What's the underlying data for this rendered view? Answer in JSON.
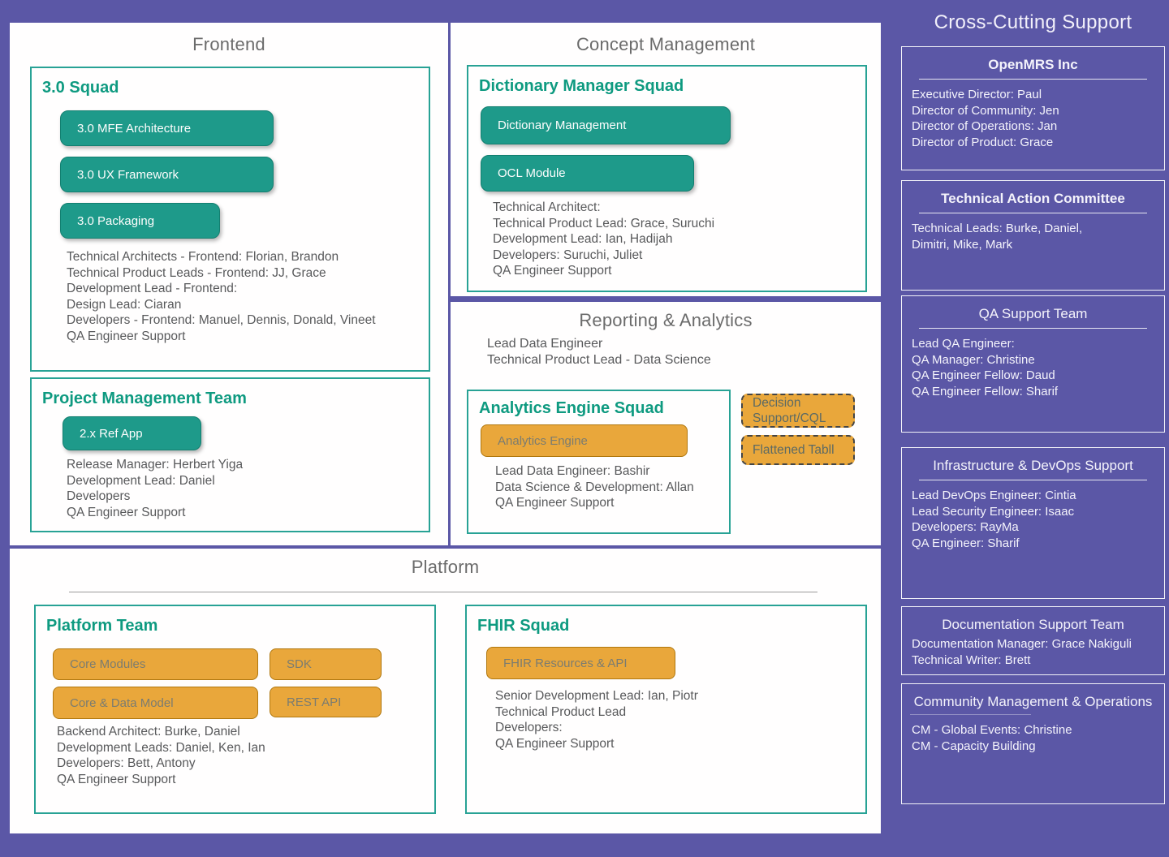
{
  "colors": {
    "background": "#5b57a6",
    "teal_fill": "#1e9a8a",
    "teal_border": "#28a295",
    "teal_heading": "#0e9a80",
    "orange_fill": "#e9a73b",
    "panel": "#ffffff",
    "title_gray": "#6b6b6b"
  },
  "frontend": {
    "title": "Frontend",
    "squad30": {
      "title": "3.0 Squad",
      "chips": [
        "3.0 MFE Architecture",
        "3.0 UX Framework",
        "3.0 Packaging"
      ],
      "roles": [
        "Technical Architects - Frontend: Florian, Brandon",
        "Technical Product Leads - Frontend: JJ, Grace",
        "Development Lead - Frontend:",
        "Design Lead: Ciaran",
        "Developers - Frontend: Manuel, Dennis, Donald, Vineet",
        "QA Engineer Support"
      ]
    },
    "pmt": {
      "title": "Project Management Team",
      "chips": [
        "2.x Ref App"
      ],
      "roles": [
        "Release Manager: Herbert Yiga",
        "Development Lead: Daniel",
        "Developers",
        "QA Engineer Support"
      ]
    }
  },
  "concept": {
    "title": "Concept Management",
    "dictionary": {
      "title": "Dictionary Manager Squad",
      "chips": [
        "Dictionary Management",
        "OCL Module"
      ],
      "roles": [
        "Technical Architect:",
        "Technical Product Lead: Grace, Suruchi",
        "Development Lead: Ian, Hadijah",
        "Developers: Suruchi, Juliet",
        "QA Engineer Support"
      ]
    }
  },
  "reporting": {
    "title": "Reporting & Analytics",
    "leads": [
      "Lead Data Engineer",
      "Technical Product Lead - Data Science"
    ],
    "analytics": {
      "title": "Analytics Engine Squad",
      "chips": [
        "Analytics Engine"
      ],
      "roles": [
        "Lead Data Engineer: Bashir",
        "Data Science & Development: Allan",
        "QA Engineer Support"
      ]
    },
    "dashed": [
      "Decision Support/CQL",
      "Flattened Tabll"
    ]
  },
  "platform": {
    "title": "Platform",
    "platform_team": {
      "title": "Platform Team",
      "chips": [
        "Core Modules",
        "SDK",
        "Core & Data Model",
        "REST API"
      ],
      "roles": [
        "Backend Architect: Burke, Daniel",
        "Development Leads: Daniel, Ken, Ian",
        "Developers: Bett, Antony",
        "QA Engineer Support"
      ]
    },
    "fhir": {
      "title": "FHIR Squad",
      "chips": [
        "FHIR Resources & API"
      ],
      "roles": [
        "Senior Development Lead: Ian, Piotr",
        "Technical Product Lead",
        "Developers:",
        "QA Engineer Support"
      ]
    }
  },
  "sidebar": {
    "title": "Cross-Cutting Support",
    "boxes": [
      {
        "title": "OpenMRS Inc",
        "lines": [
          "Executive Director: Paul",
          "Director of Community: Jen",
          "Director of Operations: Jan",
          "Director of Product: Grace"
        ]
      },
      {
        "title": "Technical Action Committee",
        "lines": [
          "Technical Leads: Burke, Daniel,",
          "Dimitri, Mike, Mark"
        ]
      },
      {
        "title": "QA Support Team",
        "lines": [
          "Lead QA Engineer:",
          "QA Manager: Christine",
          "QA Engineer Fellow: Daud",
          "QA Engineer Fellow: Sharif"
        ]
      },
      {
        "title": "Infrastructure & DevOps Support",
        "lines": [
          "Lead DevOps Engineer: Cintia",
          "Lead Security Engineer: Isaac",
          "Developers: RayMa",
          "QA Engineer: Sharif"
        ]
      },
      {
        "title": "Documentation Support Team",
        "lines": [
          "Documentation Manager: Grace Nakiguli",
          "Technical Writer: Brett"
        ]
      },
      {
        "title": "Community Management & Operations",
        "lines": [
          "CM - Global Events: Christine",
          "CM - Capacity Building"
        ]
      }
    ]
  }
}
